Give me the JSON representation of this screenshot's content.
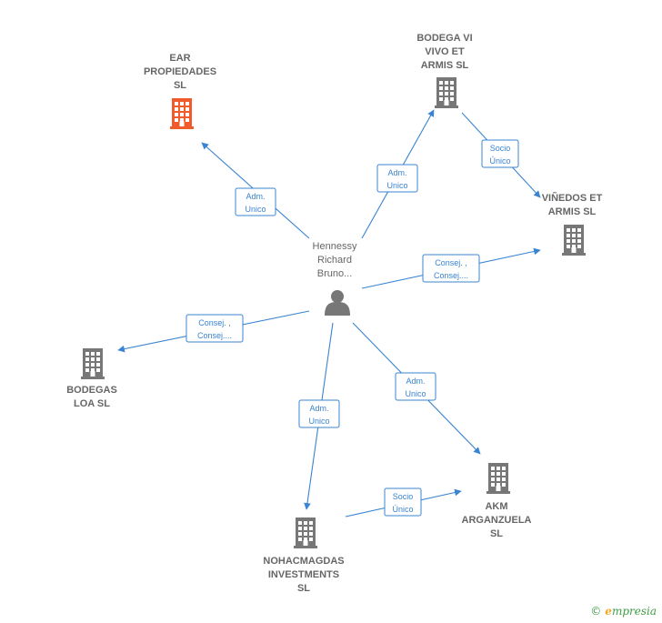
{
  "colors": {
    "edge": "#3a84d1",
    "company": "#777777",
    "company_highlight": "#f15a2b",
    "person": "#777777",
    "text": "#666666"
  },
  "nodes": [
    {
      "id": "person",
      "type": "person",
      "lines": [
        "Hennessy",
        "Richard",
        "Bruno..."
      ]
    },
    {
      "id": "ear",
      "type": "company-highlight",
      "lines": [
        "EAR",
        "PROPIEDADES",
        "SL"
      ]
    },
    {
      "id": "bodega",
      "type": "company",
      "lines": [
        "BODEGA VI",
        "VIVO ET",
        "ARMIS  SL"
      ]
    },
    {
      "id": "vinedos",
      "type": "company",
      "lines": [
        "VIÑEDOS ET",
        "ARMIS  SL"
      ]
    },
    {
      "id": "loa",
      "type": "company",
      "lines": [
        "BODEGAS",
        "LOA  SL"
      ]
    },
    {
      "id": "akm",
      "type": "company",
      "lines": [
        "AKM",
        "ARGANZUELA",
        "SL"
      ]
    },
    {
      "id": "noha",
      "type": "company",
      "lines": [
        "NOHACMAGDAS",
        "INVESTMENTS",
        "SL"
      ]
    }
  ],
  "edges": [
    {
      "from": "person",
      "to": "ear",
      "lines": [
        "Adm.",
        "Unico"
      ]
    },
    {
      "from": "person",
      "to": "bodega",
      "lines": [
        "Adm.",
        "Unico"
      ]
    },
    {
      "from": "bodega",
      "to": "vinedos",
      "lines": [
        "Socio",
        "Único"
      ]
    },
    {
      "from": "person",
      "to": "vinedos",
      "lines": [
        "Consej. ,",
        "Consej...."
      ]
    },
    {
      "from": "person",
      "to": "loa",
      "lines": [
        "Consej. ,",
        "Consej...."
      ]
    },
    {
      "from": "person",
      "to": "akm",
      "lines": [
        "Adm.",
        "Unico"
      ]
    },
    {
      "from": "person",
      "to": "noha",
      "lines": [
        "Adm.",
        "Unico"
      ]
    },
    {
      "from": "noha",
      "to": "akm",
      "lines": [
        "Socio",
        "Único"
      ]
    }
  ],
  "footer": {
    "copyright": "©",
    "brand_initial": "e",
    "brand_rest": "mpresia"
  }
}
